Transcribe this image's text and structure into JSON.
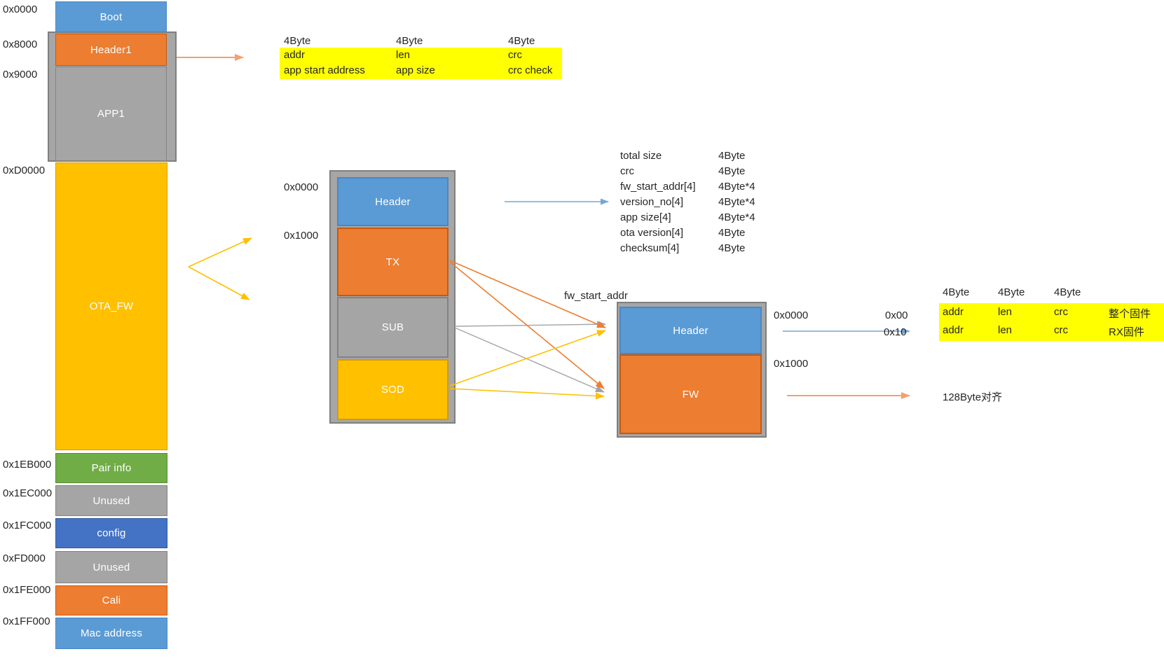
{
  "colors": {
    "blue": "#5B9BD5",
    "orange": "#ED7D31",
    "gray": "#A5A5A5",
    "gold": "#FFC000",
    "green": "#70AD47",
    "dark_blue": "#4472C4",
    "highlight_yellow": "#FFFF00",
    "container_gray": "#A6A6A6",
    "arrow_light_orange": "#F4A070",
    "arrow_blue": "#74A6D8"
  },
  "memory_map": {
    "address_labels": [
      "0x0000",
      "0x8000",
      "0x9000",
      "0xD0000",
      "0x1EB000",
      "0x1EC000",
      "0x1FC000",
      "0xFD000",
      "0x1FE000",
      "0x1FF000"
    ],
    "regions": {
      "boot": "Boot",
      "header1": "Header1",
      "app1": "APP1",
      "ota_fw": "OTA_FW",
      "pair_info": "Pair info",
      "unused1": "Unused",
      "config": "config",
      "unused2": "Unused",
      "cali": "Cali",
      "mac": "Mac address"
    }
  },
  "header1_table": {
    "col_headers": [
      "4Byte",
      "4Byte",
      "4Byte"
    ],
    "rows": [
      [
        "addr",
        "len",
        "crc"
      ],
      [
        "app start address",
        "app size",
        "crc check"
      ]
    ]
  },
  "ota_box": {
    "addr_labels": [
      "0x0000",
      "0x1000"
    ],
    "blocks": {
      "header": "Header",
      "tx": "TX",
      "sub": "SUB",
      "sod": "SOD"
    }
  },
  "header_fields": {
    "rows": [
      {
        "name": "total size",
        "size": "4Byte"
      },
      {
        "name": "crc",
        "size": "4Byte"
      },
      {
        "name": "fw_start_addr[4]",
        "size": "4Byte*4"
      },
      {
        "name": "version_no[4]",
        "size": "4Byte*4"
      },
      {
        "name": "app size[4]",
        "size": "4Byte*4"
      },
      {
        "name": "ota version[4]",
        "size": "4Byte"
      },
      {
        "name": "checksum[4]",
        "size": "4Byte"
      }
    ]
  },
  "fw_box": {
    "fw_start_addr_label": "fw_start_addr",
    "blocks": {
      "header": "Header",
      "fw": "FW"
    },
    "addr_labels": [
      "0x0000",
      "0x1000"
    ],
    "offset_labels": [
      "0x00",
      "0x10"
    ],
    "align_note": "128Byte对齐"
  },
  "fw_table": {
    "col_headers": [
      "4Byte",
      "4Byte",
      "4Byte"
    ],
    "rows": [
      [
        "addr",
        "len",
        "crc",
        "整个固件"
      ],
      [
        "addr",
        "len",
        "crc",
        "RX固件"
      ]
    ]
  }
}
